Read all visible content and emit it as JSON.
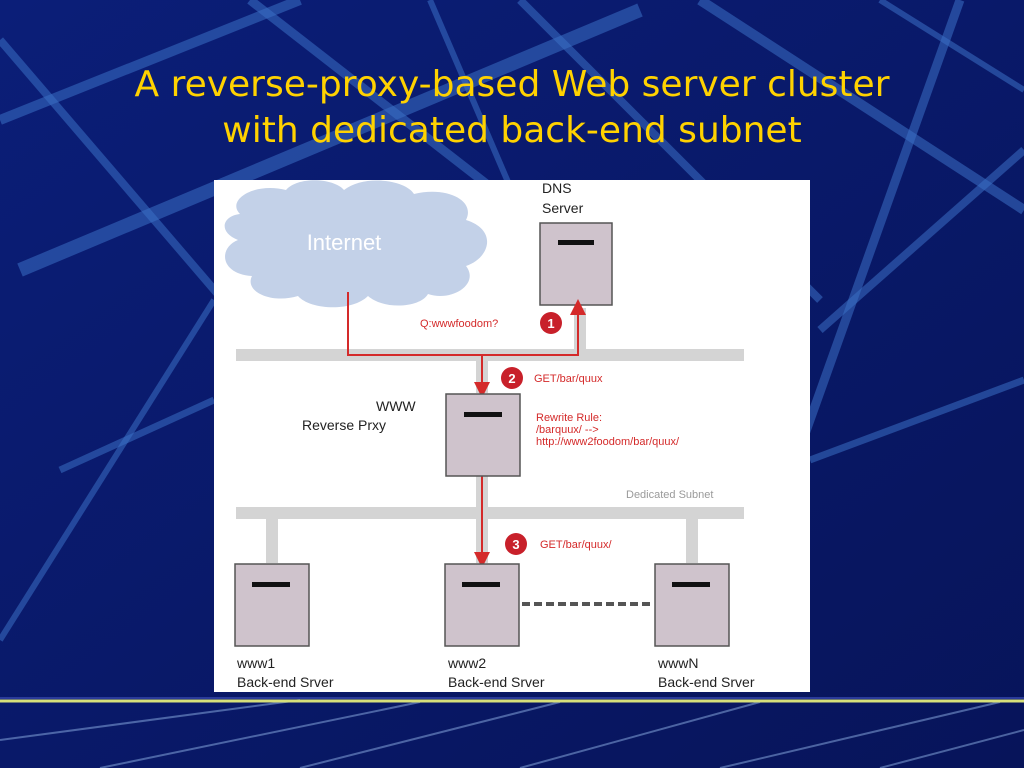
{
  "slide": {
    "title_line1": "A reverse-proxy-based Web server cluster",
    "title_line2": "with dedicated back-end subnet",
    "title_color": "#ffd200",
    "background_color": "#0a1a6b"
  },
  "diagram": {
    "internet_label": "Internet",
    "dns_line1": "DNS",
    "dns_line2": "Server",
    "query_label": "Q:wwwfoodom?",
    "step1": "1",
    "step2": "2",
    "step2_label": "GET/bar/quux",
    "proxy_line1": "WWW",
    "proxy_line2": "Reverse Prxy",
    "rewrite_line1": "Rewrite Rule:",
    "rewrite_line2": "/barquux/ -->",
    "rewrite_line3": "http://www2foodom/bar/quux/",
    "subnet_label": "Dedicated Subnet",
    "step3": "3",
    "step3_label": "GET/bar/quux/",
    "servers": [
      {
        "name": "www1",
        "role": "Back-end Srver"
      },
      {
        "name": "www2",
        "role": "Back-end Srver"
      },
      {
        "name": "wwwN",
        "role": "Back-end Srver"
      }
    ],
    "colors": {
      "arrow": "#d42a2a",
      "server_fill": "#cfc3cc",
      "network_bar": "#d4d4d4",
      "cloud": "#c3d1e8"
    }
  }
}
